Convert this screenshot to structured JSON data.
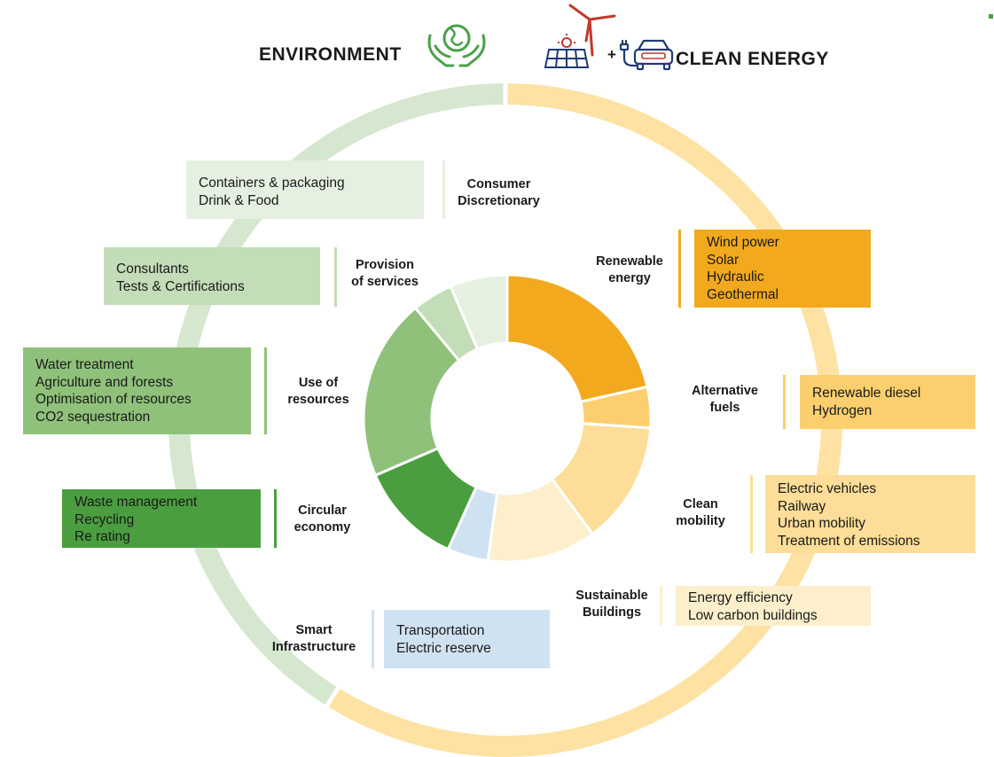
{
  "header": {
    "environment_title": "ENVIRONMENT",
    "clean_energy_title": "CLEAN ENERGY",
    "plus_sign": "+"
  },
  "colors": {
    "ring_environment": "#d6e7cf",
    "ring_clean_energy": "#fde2a3",
    "consumer": "#e6f0e1",
    "services": "#c3ddb8",
    "resources": "#8fc17a",
    "circular": "#4a9e3f",
    "smart": "#cfe2f2",
    "renewable": "#f2a91e",
    "fuels": "#fccf6e",
    "mobility": "#fddd97",
    "buildings": "#fdefcc",
    "icon_green": "#4aa04a",
    "icon_red": "#c0392b",
    "icon_navy": "#1f3b73"
  },
  "icons": [
    "globe-in-hands-icon",
    "wind-turbine-icon",
    "solar-panel-icon",
    "ev-charging-plug-icon",
    "electric-car-icon"
  ],
  "categories": {
    "consumer": {
      "label": [
        "Consumer",
        "Discretionary"
      ],
      "items": [
        "Containers & packaging",
        "Drink & Food"
      ]
    },
    "services": {
      "label": [
        "Provision",
        "of services"
      ],
      "items": [
        "Consultants",
        "Tests & Certifications"
      ]
    },
    "resources": {
      "label": [
        "Use of",
        "resources"
      ],
      "items": [
        "Water treatment",
        "Agriculture and forests",
        "Optimisation of resources",
        "CO2 sequestration"
      ]
    },
    "circular": {
      "label": [
        "Circular",
        "economy"
      ],
      "items": [
        "Waste management",
        "Recycling",
        "Re rating"
      ]
    },
    "smart": {
      "label": [
        "Smart",
        "Infrastructure"
      ],
      "items": [
        "Transportation",
        "Electric reserve"
      ]
    },
    "renewable": {
      "label": [
        "Renewable",
        "energy"
      ],
      "items": [
        "Wind power",
        "Solar",
        "Hydraulic",
        "Geothermal"
      ]
    },
    "fuels": {
      "label": [
        "Alternative",
        "fuels"
      ],
      "items": [
        "Renewable diesel",
        "Hydrogen"
      ]
    },
    "mobility": {
      "label": [
        "Clean",
        "mobility"
      ],
      "items": [
        "Electric vehicles",
        "Railway",
        "Urban mobility",
        "Treatment of emissions"
      ]
    },
    "buildings": {
      "label": [
        "Sustainable",
        "Buildings"
      ],
      "items": [
        "Energy efficiency",
        "Low carbon buildings"
      ]
    }
  },
  "donut_share_percent": {
    "renewable": 21.0,
    "fuels": 4.5,
    "mobility": 13.5,
    "buildings": 12.0,
    "smart": 4.5,
    "circular": 11.5,
    "resources": 20.0,
    "services": 4.5,
    "consumer": 6.3
  }
}
